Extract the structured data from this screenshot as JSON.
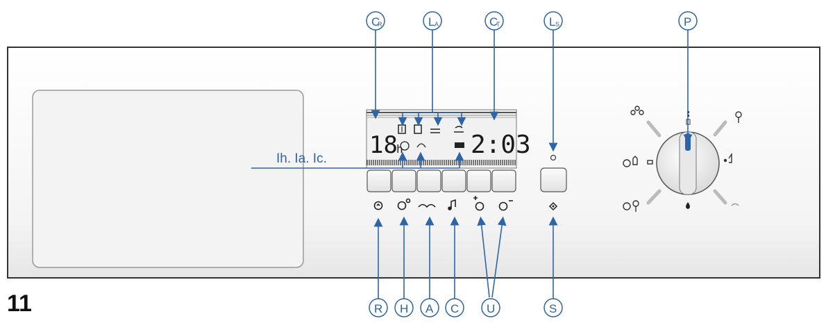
{
  "figure": {
    "number": "11"
  },
  "lcd_callout": {
    "label": "Ih. Ia. Ic."
  },
  "display": {
    "left_digits": "18",
    "left_unit": "h",
    "time": "2:03"
  },
  "callouts_top": [
    {
      "letter": "C",
      "sub": "R"
    },
    {
      "letter": "L",
      "sub": "A"
    },
    {
      "letter": "C",
      "sub": "T"
    },
    {
      "letter": "L",
      "sub": "S"
    },
    {
      "letter": "P",
      "sub": ""
    }
  ],
  "callouts_bottom": [
    {
      "letter": "R"
    },
    {
      "letter": "H"
    },
    {
      "letter": "A"
    },
    {
      "letter": "C"
    },
    {
      "letter": "U"
    },
    {
      "letter": "S"
    }
  ],
  "button_icons": [
    "reset-icon",
    "hardness-icon",
    "auto-icon",
    "chime-icon",
    "timer-plus-icon",
    "timer-minus-icon"
  ],
  "start_icon": "start-icon",
  "knob_positions": [
    "fan-icon",
    "grill-top-icon",
    "defrost-icon",
    "bottom-heat-icon",
    "timer-fan-icon",
    "timer-grill-icon",
    "off-icon",
    "light-icon"
  ],
  "colors": {
    "accent": "#2e64a8",
    "panel_border": "#333333",
    "panel_fill": "#ffffff"
  }
}
